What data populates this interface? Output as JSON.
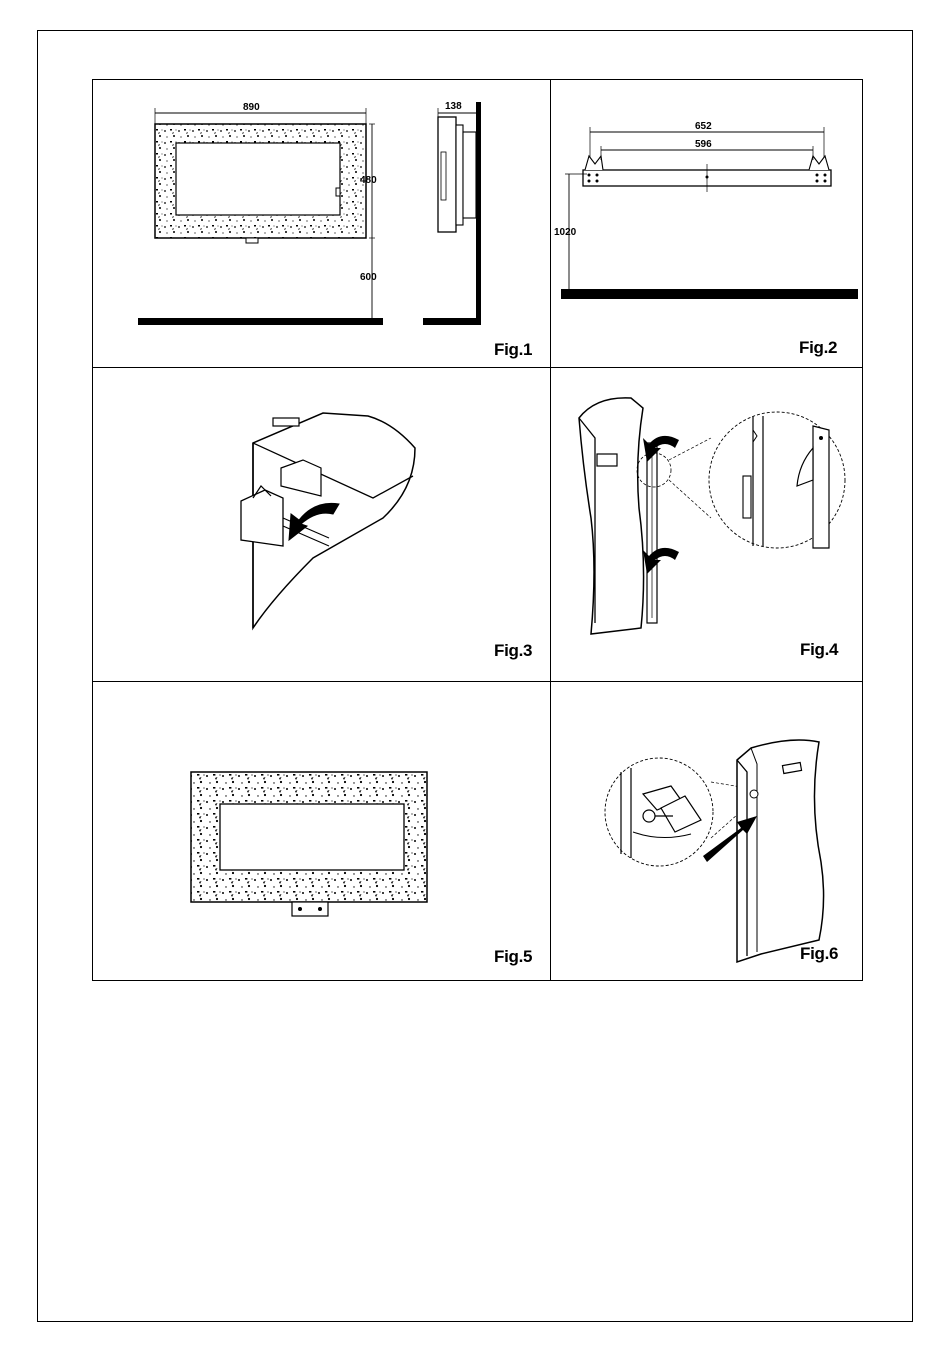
{
  "figures": [
    {
      "label": "Fig.1",
      "dimensions": {
        "width": "890",
        "height": "480",
        "depth": "138",
        "floor_clearance": "600"
      }
    },
    {
      "label": "Fig.2",
      "dimensions": {
        "outer_span": "652",
        "inner_span": "596",
        "bracket_height": "1020"
      }
    },
    {
      "label": "Fig.3"
    },
    {
      "label": "Fig.4"
    },
    {
      "label": "Fig.5"
    },
    {
      "label": "Fig.6"
    }
  ]
}
